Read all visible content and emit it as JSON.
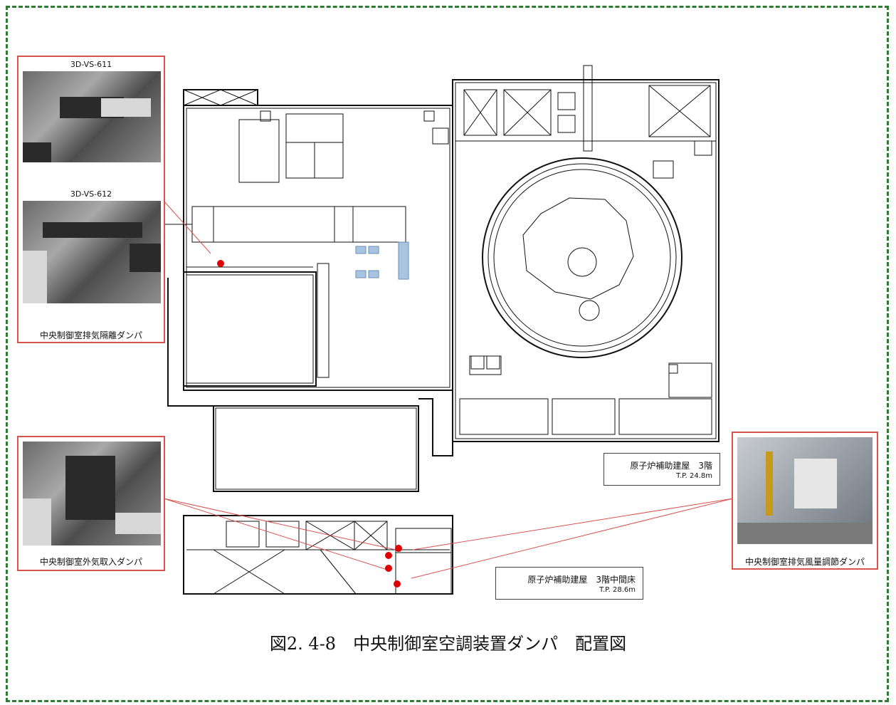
{
  "photos": {
    "damper_611_label": "3D-VS-611",
    "damper_612_label": "3D-VS-612",
    "exhaust_isolation_caption": "中央制御室排気隔離ダンパ",
    "outside_air_intake_caption": "中央制御室外気取入ダンパ",
    "exhaust_flow_control_caption": "中央制御室排気風量調節ダンパ"
  },
  "floor_labels": {
    "floor3": {
      "name": "原子炉補助建屋　3階",
      "elevation": "T.P. 24.8m"
    },
    "floor3_mezzanine": {
      "name": "原子炉補助建屋　3階中間床",
      "elevation": "T.P. 28.6m"
    }
  },
  "figure": {
    "title": "図2. 4-8　中央制御室空調装置ダンパ　配置図"
  },
  "colors": {
    "frame": "#2e7d32",
    "callout": "#d9534f",
    "marker": "#e00000",
    "wall": "#111111"
  }
}
